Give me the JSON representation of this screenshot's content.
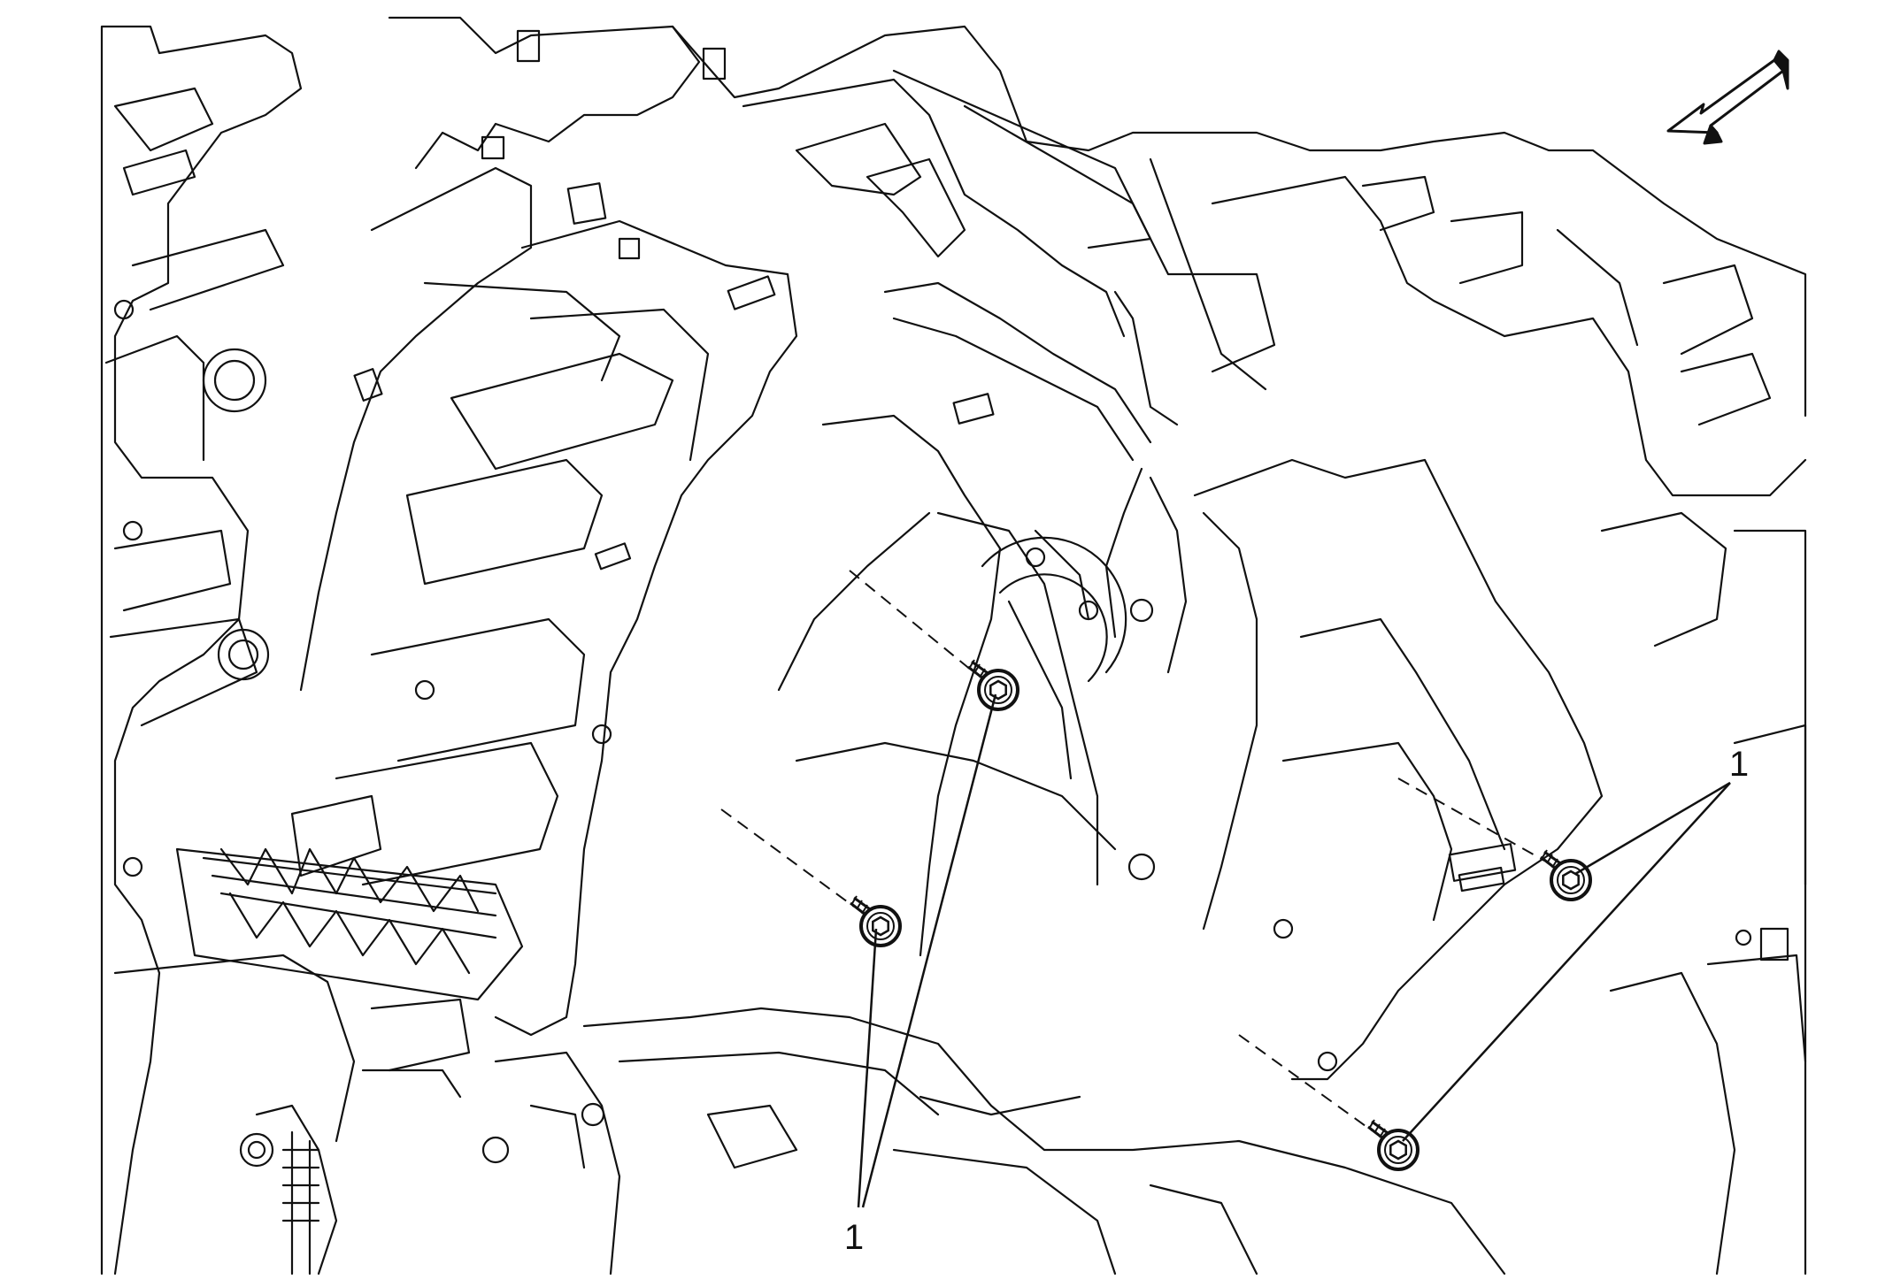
{
  "diagram": {
    "style": "black line-art exploded view on white",
    "colors": {
      "line": "#111111",
      "background": "#ffffff"
    },
    "icons": [
      "orientation-arrow-icon",
      "bolt-icon"
    ],
    "callouts": [
      {
        "id": "left",
        "label": "1"
      },
      {
        "id": "right",
        "label": "1"
      }
    ]
  }
}
